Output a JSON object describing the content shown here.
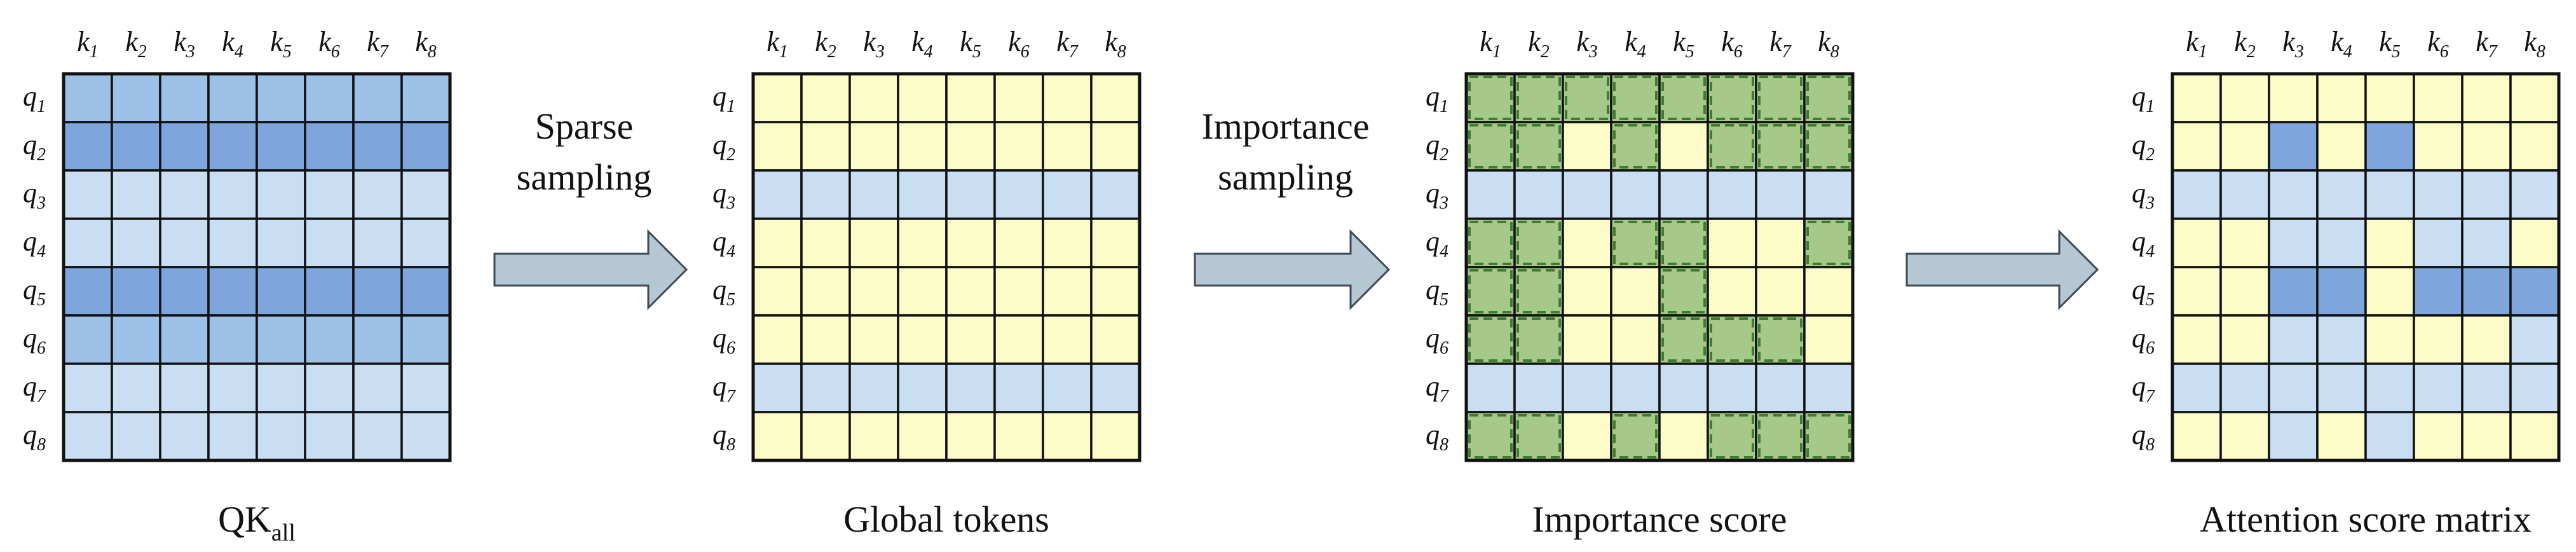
{
  "colors": {
    "light_blue": "#c9def3",
    "mid_blue": "#9dc0e6",
    "dark_blue": "#7ea6dc",
    "yellow": "#fcfcc8",
    "green": "#a6c98a",
    "green_border": "#3f7d2e",
    "arrow_fill": "#b5c7d3",
    "arrow_stroke": "#3c4a55",
    "grid_line": "#111111"
  },
  "k_labels": [
    {
      "base": "k",
      "sub": "1"
    },
    {
      "base": "k",
      "sub": "2"
    },
    {
      "base": "k",
      "sub": "3"
    },
    {
      "base": "k",
      "sub": "4"
    },
    {
      "base": "k",
      "sub": "5"
    },
    {
      "base": "k",
      "sub": "6"
    },
    {
      "base": "k",
      "sub": "7"
    },
    {
      "base": "k",
      "sub": "8"
    }
  ],
  "q_labels": [
    {
      "base": "q",
      "sub": "1"
    },
    {
      "base": "q",
      "sub": "2"
    },
    {
      "base": "q",
      "sub": "3"
    },
    {
      "base": "q",
      "sub": "4"
    },
    {
      "base": "q",
      "sub": "5"
    },
    {
      "base": "q",
      "sub": "6"
    },
    {
      "base": "q",
      "sub": "7"
    },
    {
      "base": "q",
      "sub": "8"
    }
  ],
  "matrices": [
    {
      "name": "qk-all-matrix",
      "caption": {
        "main": "QK",
        "sub": "all"
      },
      "rows": [
        [
          "M",
          "M",
          "M",
          "M",
          "M",
          "M",
          "M",
          "M"
        ],
        [
          "D",
          "D",
          "D",
          "D",
          "D",
          "D",
          "D",
          "D"
        ],
        [
          "L",
          "L",
          "L",
          "L",
          "L",
          "L",
          "L",
          "L"
        ],
        [
          "L",
          "L",
          "L",
          "L",
          "L",
          "L",
          "L",
          "L"
        ],
        [
          "D",
          "D",
          "D",
          "D",
          "D",
          "D",
          "D",
          "D"
        ],
        [
          "M",
          "M",
          "M",
          "M",
          "M",
          "M",
          "M",
          "M"
        ],
        [
          "L",
          "L",
          "L",
          "L",
          "L",
          "L",
          "L",
          "L"
        ],
        [
          "L",
          "L",
          "L",
          "L",
          "L",
          "L",
          "L",
          "L"
        ]
      ]
    },
    {
      "name": "global-tokens-matrix",
      "caption": {
        "main": "Global tokens",
        "sub": ""
      },
      "rows": [
        [
          "Y",
          "Y",
          "Y",
          "Y",
          "Y",
          "Y",
          "Y",
          "Y"
        ],
        [
          "Y",
          "Y",
          "Y",
          "Y",
          "Y",
          "Y",
          "Y",
          "Y"
        ],
        [
          "L",
          "L",
          "L",
          "L",
          "L",
          "L",
          "L",
          "L"
        ],
        [
          "Y",
          "Y",
          "Y",
          "Y",
          "Y",
          "Y",
          "Y",
          "Y"
        ],
        [
          "Y",
          "Y",
          "Y",
          "Y",
          "Y",
          "Y",
          "Y",
          "Y"
        ],
        [
          "Y",
          "Y",
          "Y",
          "Y",
          "Y",
          "Y",
          "Y",
          "Y"
        ],
        [
          "L",
          "L",
          "L",
          "L",
          "L",
          "L",
          "L",
          "L"
        ],
        [
          "Y",
          "Y",
          "Y",
          "Y",
          "Y",
          "Y",
          "Y",
          "Y"
        ]
      ]
    },
    {
      "name": "importance-score-matrix",
      "caption": {
        "main": "Importance score",
        "sub": ""
      },
      "rows": [
        [
          "G",
          "G",
          "G",
          "G",
          "G",
          "G",
          "G",
          "G"
        ],
        [
          "G",
          "G",
          "Y",
          "G",
          "Y",
          "G",
          "G",
          "G"
        ],
        [
          "L",
          "L",
          "L",
          "L",
          "L",
          "L",
          "L",
          "L"
        ],
        [
          "G",
          "G",
          "Y",
          "G",
          "G",
          "Y",
          "Y",
          "G"
        ],
        [
          "G",
          "G",
          "Y",
          "Y",
          "G",
          "Y",
          "Y",
          "Y"
        ],
        [
          "G",
          "G",
          "Y",
          "Y",
          "G",
          "G",
          "G",
          "Y"
        ],
        [
          "L",
          "L",
          "L",
          "L",
          "L",
          "L",
          "L",
          "L"
        ],
        [
          "G",
          "G",
          "Y",
          "G",
          "Y",
          "G",
          "G",
          "G"
        ]
      ]
    },
    {
      "name": "attention-score-matrix",
      "caption": {
        "main": "Attention score matrix",
        "sub": ""
      },
      "rows": [
        [
          "Y",
          "Y",
          "Y",
          "Y",
          "Y",
          "Y",
          "Y",
          "Y"
        ],
        [
          "Y",
          "Y",
          "D",
          "Y",
          "D",
          "Y",
          "Y",
          "Y"
        ],
        [
          "L",
          "L",
          "L",
          "L",
          "L",
          "L",
          "L",
          "L"
        ],
        [
          "Y",
          "Y",
          "L",
          "L",
          "Y",
          "L",
          "L",
          "Y"
        ],
        [
          "Y",
          "Y",
          "D",
          "D",
          "Y",
          "D",
          "D",
          "D"
        ],
        [
          "Y",
          "Y",
          "L",
          "L",
          "Y",
          "Y",
          "Y",
          "L"
        ],
        [
          "L",
          "L",
          "L",
          "L",
          "L",
          "L",
          "L",
          "L"
        ],
        [
          "Y",
          "Y",
          "L",
          "Y",
          "L",
          "Y",
          "Y",
          "Y"
        ]
      ]
    }
  ],
  "arrows": [
    {
      "name": "sparse-sampling-arrow",
      "lines": [
        "Sparse",
        "sampling"
      ]
    },
    {
      "name": "importance-sampling-arrow",
      "lines": [
        "Importance",
        "sampling"
      ]
    },
    {
      "name": "final-arrow",
      "lines": []
    }
  ]
}
